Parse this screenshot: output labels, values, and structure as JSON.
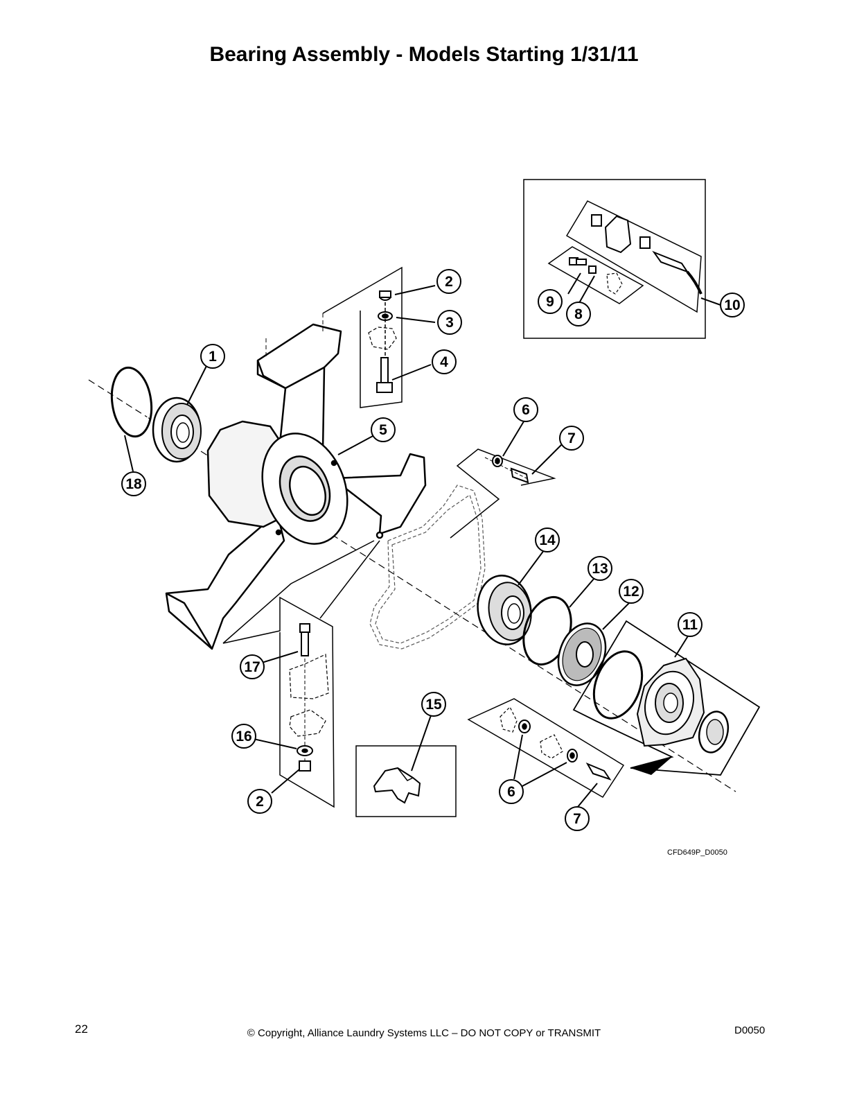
{
  "title": "Bearing Assembly - Models Starting 1/31/11",
  "drawing_code": "CFD649P_D0050",
  "footer": {
    "page_number": "22",
    "copyright": "© Copyright, Alliance Laundry Systems LLC – DO NOT COPY or TRANSMIT",
    "doc_id": "D0050"
  },
  "callouts": [
    {
      "id": "c1",
      "label": "1"
    },
    {
      "id": "c2a",
      "label": "2"
    },
    {
      "id": "c3",
      "label": "3"
    },
    {
      "id": "c4",
      "label": "4"
    },
    {
      "id": "c5",
      "label": "5"
    },
    {
      "id": "c6a",
      "label": "6"
    },
    {
      "id": "c7a",
      "label": "7"
    },
    {
      "id": "c8",
      "label": "8"
    },
    {
      "id": "c9",
      "label": "9"
    },
    {
      "id": "c10",
      "label": "10"
    },
    {
      "id": "c11",
      "label": "11"
    },
    {
      "id": "c12",
      "label": "12"
    },
    {
      "id": "c13",
      "label": "13"
    },
    {
      "id": "c14",
      "label": "14"
    },
    {
      "id": "c15",
      "label": "15"
    },
    {
      "id": "c16",
      "label": "16"
    },
    {
      "id": "c17",
      "label": "17"
    },
    {
      "id": "c18",
      "label": "18"
    },
    {
      "id": "c2b",
      "label": "2"
    },
    {
      "id": "c6b",
      "label": "6"
    },
    {
      "id": "c7b",
      "label": "7"
    }
  ]
}
